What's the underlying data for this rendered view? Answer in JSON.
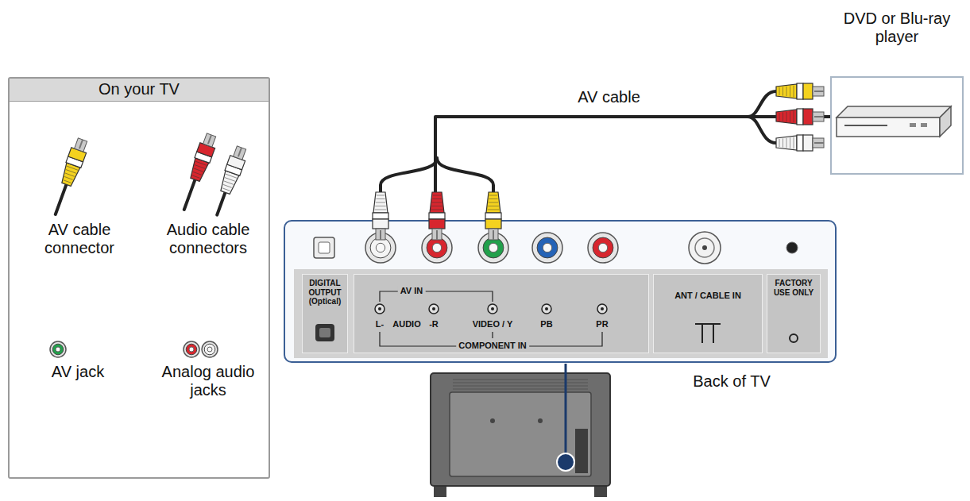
{
  "diagram": {
    "nodes": [
      {
        "text": [
          "On your TV"
        ]
      },
      {
        "text": [
          "DVD or Blu-ray player"
        ]
      },
      {
        "text": [
          "Back of TV"
        ]
      },
      {
        "text": [
          "DIGITAL OUTPUT (Optical)"
        ],
        "in": 2
      },
      {
        "text": [
          "AV IN",
          "L-",
          "AUDIO",
          "-R",
          "VIDEO / Y",
          "PB",
          "PR",
          "COMPONENT IN"
        ],
        "in": 2
      },
      {
        "text": [
          "ANT / CABLE IN"
        ],
        "in": 2
      },
      {
        "text": [
          "FACTORY USE ONLY"
        ],
        "in": 2
      }
    ],
    "edges": [
      {
        "from": 1,
        "to": 2,
        "arrow": "none",
        "label": "AV cable"
      }
    ],
    "labels": [
      "AV cable connector",
      "Audio cable connectors",
      "AV jack",
      "Analog audio jacks"
    ]
  }
}
